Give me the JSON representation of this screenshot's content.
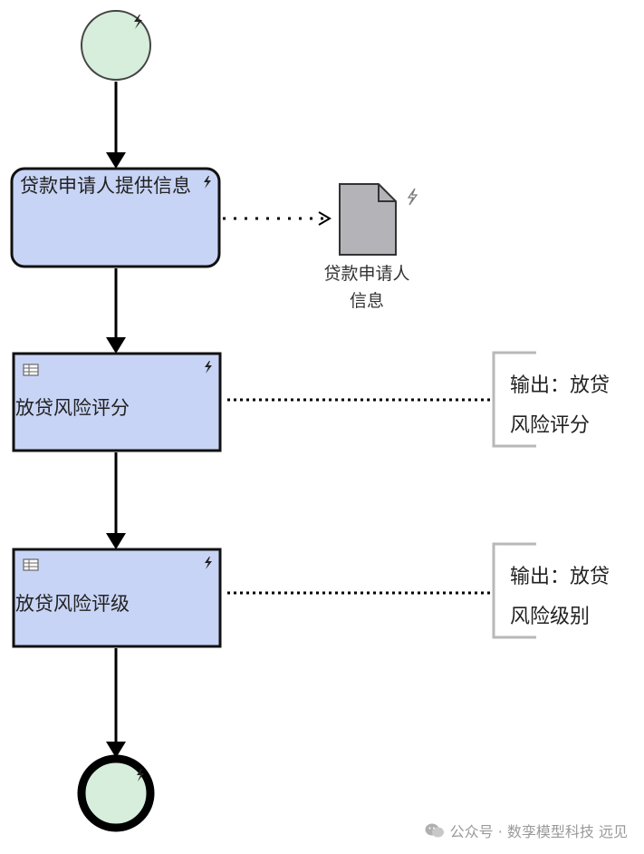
{
  "tasks": [
    {
      "label": "贷款申请人提供信息"
    },
    {
      "label": "放贷风险评分"
    },
    {
      "label": "放贷风险评级"
    }
  ],
  "data_object": {
    "label_line1": "贷款申请人",
    "label_line2": "信息"
  },
  "annotations": [
    {
      "line1": "输出：放贷",
      "line2": "风险评分"
    },
    {
      "line1": "输出：放贷",
      "line2": "风险级别"
    }
  ],
  "watermark": {
    "text": "公众号 · 数孪模型科技 远见",
    "icon": "wechat-icon"
  },
  "colors": {
    "start_event_fill": "#d6eedb",
    "task_fill": "#c8d4f5",
    "data_object_fill": "#b4b4b8",
    "annotation_bracket": "#b8b8b8"
  }
}
